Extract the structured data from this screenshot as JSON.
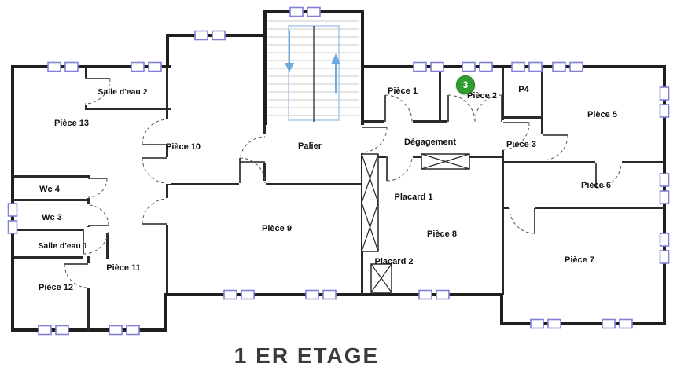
{
  "title": "1 ER ETAGE",
  "marker": {
    "value": "3"
  },
  "rooms": {
    "salle_deau_2": "Salle d'eau 2",
    "piece_13": "Pièce 13",
    "piece_10": "Pièce 10",
    "palier": "Palier",
    "piece_1": "Pièce 1",
    "piece_2": "Pièce 2",
    "p4": "P4",
    "piece_5": "Pièce 5",
    "degagement": "Dégagement",
    "piece_3": "Pièce 3",
    "wc_4": "Wc 4",
    "piece_6": "Pièce 6",
    "wc_3": "Wc 3",
    "salle_deau_1": "Salle d'eau 1",
    "piece_9": "Pièce 9",
    "placard_1": "Placard 1",
    "piece_11": "Pièce 11",
    "piece_8": "Pièce 8",
    "piece_12": "Pièce 12",
    "placard_2": "Placard 2",
    "piece_7": "Pièce 7"
  },
  "colors": {
    "wall": "#1f1f1f",
    "window": "#8080d6",
    "stair_arrow": "#6fa8dc",
    "stair_outline": "#a9c8e8",
    "marker_green": "#2f9e2f",
    "title_gray": "#3a3a3a"
  }
}
